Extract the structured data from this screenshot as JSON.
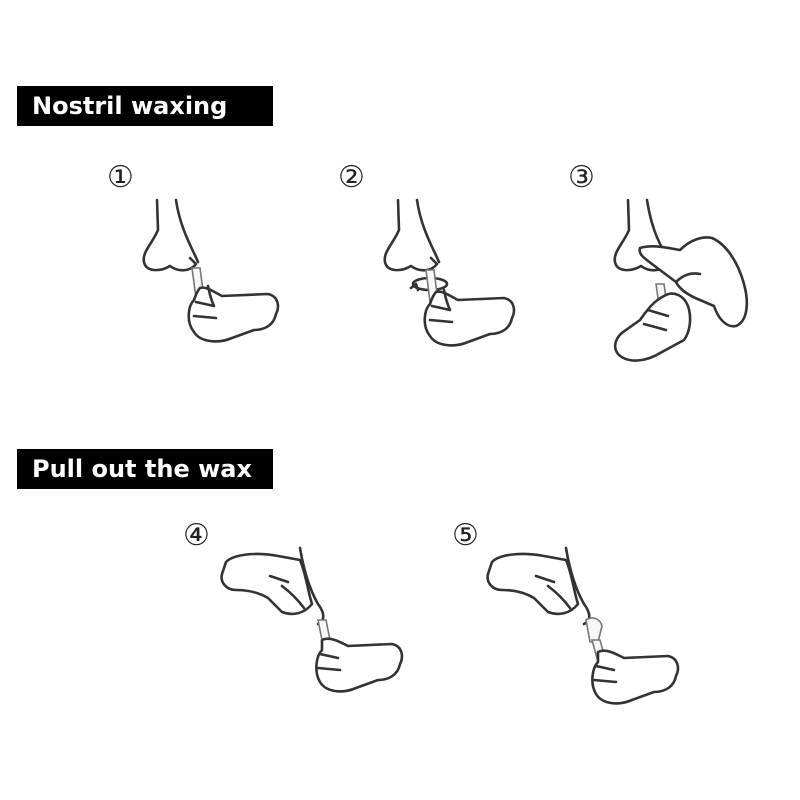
{
  "sections": [
    {
      "title": "Nostril waxing"
    },
    {
      "title": "Pull out the wax"
    }
  ],
  "steps": [
    {
      "number": "①",
      "icon": "nose-with-applicator-icon"
    },
    {
      "number": "②",
      "icon": "rotating-applicator-icon"
    },
    {
      "number": "③",
      "icon": "pressing-nostrils-icon"
    },
    {
      "number": "④",
      "icon": "holding-applicator-icon"
    },
    {
      "number": "⑤",
      "icon": "pulled-wax-icon"
    }
  ],
  "colors": {
    "banner_bg": "#000000",
    "banner_text": "#ffffff",
    "line": "#333333"
  }
}
